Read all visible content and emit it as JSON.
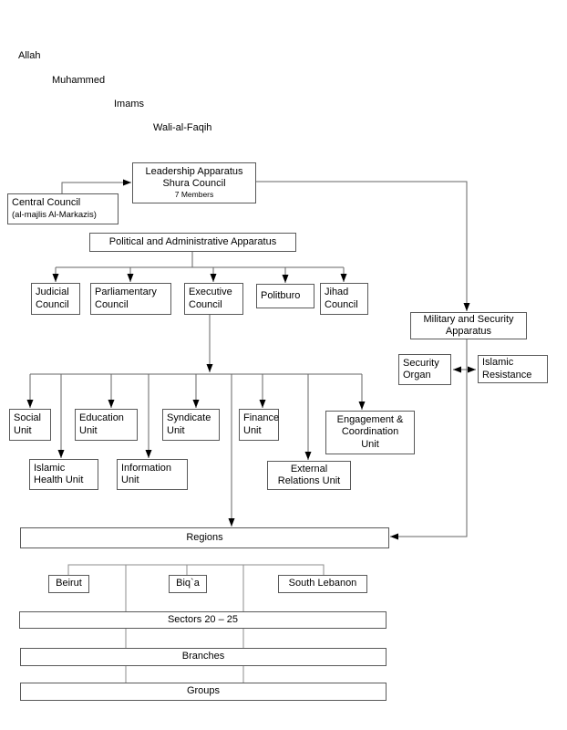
{
  "colors": {
    "background": "#ffffff",
    "box_border": "#595959",
    "line": "#666666",
    "line_light": "#8c8c8c",
    "arrowhead": "#000000",
    "text": "#000000"
  },
  "spiritual_hierarchy": [
    "Allah",
    "Muhammed",
    "Imams",
    "Wali-al-Faqih"
  ],
  "nodes": {
    "leadership": {
      "title": "Leadership Apparatus",
      "subtitle": "Shura Council",
      "detail": "7 Members"
    },
    "central_council": {
      "title": "Central Council",
      "subtitle": "(al-majlis Al-Markazis)"
    },
    "political_apparatus": {
      "label": "Political and Administrative Apparatus"
    },
    "judicial_council": {
      "label": "Judicial\nCouncil"
    },
    "parliamentary_council": {
      "label": "Parliamentary\nCouncil"
    },
    "executive_council": {
      "label": "Executive\nCouncil"
    },
    "politburo": {
      "label": "Politburo"
    },
    "jihad_council": {
      "label": "Jihad\nCouncil"
    },
    "military_apparatus": {
      "label": "Military and Security\nApparatus"
    },
    "security_organ": {
      "label": "Security\nOrgan"
    },
    "islamic_resistance": {
      "label": "Islamic\nResistance"
    },
    "social_unit": {
      "label": "Social\nUnit"
    },
    "education_unit": {
      "label": "Education\nUnit"
    },
    "syndicate_unit": {
      "label": "Syndicate\nUnit"
    },
    "finance_unit": {
      "label": "Finance\nUnit"
    },
    "engagement_unit": {
      "label": "Engagement &\nCoordination\nUnit"
    },
    "islamic_health_unit": {
      "label": "Islamic\nHealth Unit"
    },
    "information_unit": {
      "label": "Information\nUnit"
    },
    "external_relations_unit": {
      "label": "External\nRelations Unit"
    },
    "regions": {
      "label": "Regions"
    },
    "beirut": {
      "label": "Beirut"
    },
    "biqa": {
      "label": "Biq`a"
    },
    "south_lebanon": {
      "label": "South Lebanon"
    },
    "sectors": {
      "label": "Sectors 20 – 25"
    },
    "branches": {
      "label": "Branches"
    },
    "groups": {
      "label": "Groups"
    }
  }
}
